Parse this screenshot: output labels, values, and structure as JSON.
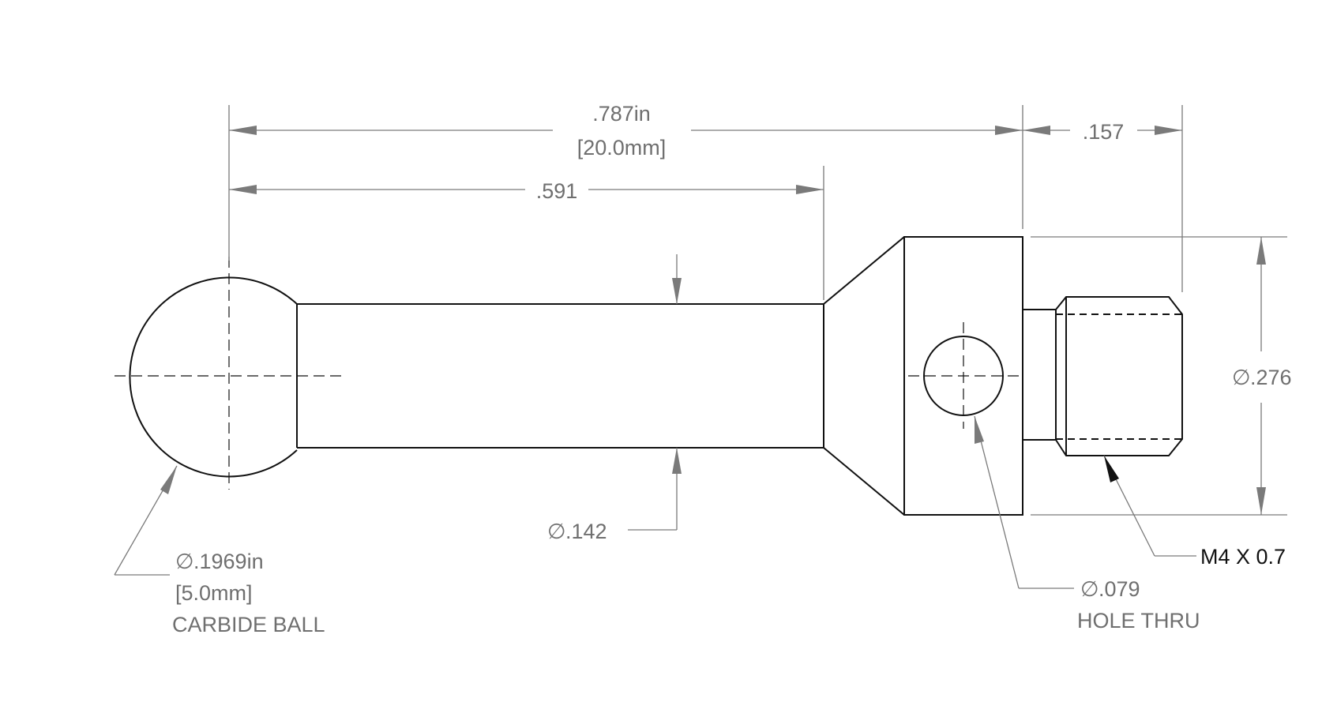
{
  "dimensions": {
    "overall_length_in": ".787in",
    "overall_length_mm": "[20.0mm]",
    "thread_length": ".157",
    "stem_length": ".591",
    "body_diameter": ".276",
    "stem_diameter": ".142"
  },
  "callouts": {
    "ball": {
      "diameter_in": ".1969in",
      "diameter_mm": "[5.0mm]",
      "label": "CARBIDE BALL"
    },
    "hole": {
      "diameter": ".079",
      "label": "HOLE THRU"
    },
    "thread": {
      "spec": "M4 X 0.7"
    }
  },
  "symbols": {
    "diameter": "∅"
  }
}
